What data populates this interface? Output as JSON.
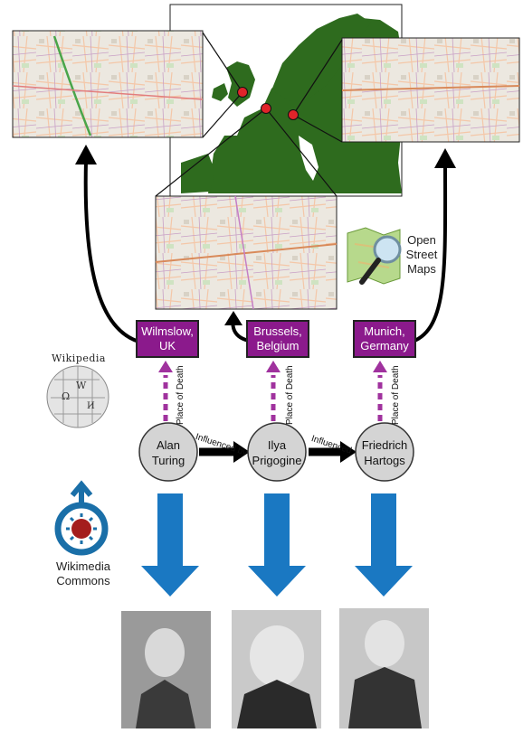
{
  "places": [
    {
      "line1": "Wilmslow,",
      "line2": "UK"
    },
    {
      "line1": "Brussels,",
      "line2": "Belgium"
    },
    {
      "line1": "Munich,",
      "line2": "Germany"
    }
  ],
  "people": [
    {
      "line1": "Alan",
      "line2": "Turing"
    },
    {
      "line1": "Ilya",
      "line2": "Prigogine"
    },
    {
      "line1": "Friedrich",
      "line2": "Hartogs"
    }
  ],
  "relations": {
    "place_of_death": "Place of Death",
    "influenced_by": "Influenced by",
    "influenced": "Influenced"
  },
  "logos": {
    "wikipedia": "Wikipedia",
    "wikimedia_line1": "Wikimedia",
    "wikimedia_line2": "Commons",
    "osm_line1": "Open",
    "osm_line2": "Street",
    "osm_line3": "Maps"
  },
  "colors": {
    "place_box": "#8b1a8c",
    "dashed_arrow": "#a0329e",
    "blue_arrow": "#1a78c2",
    "europe_land": "#2e6b1e",
    "node_fill": "#d4d4d4"
  }
}
